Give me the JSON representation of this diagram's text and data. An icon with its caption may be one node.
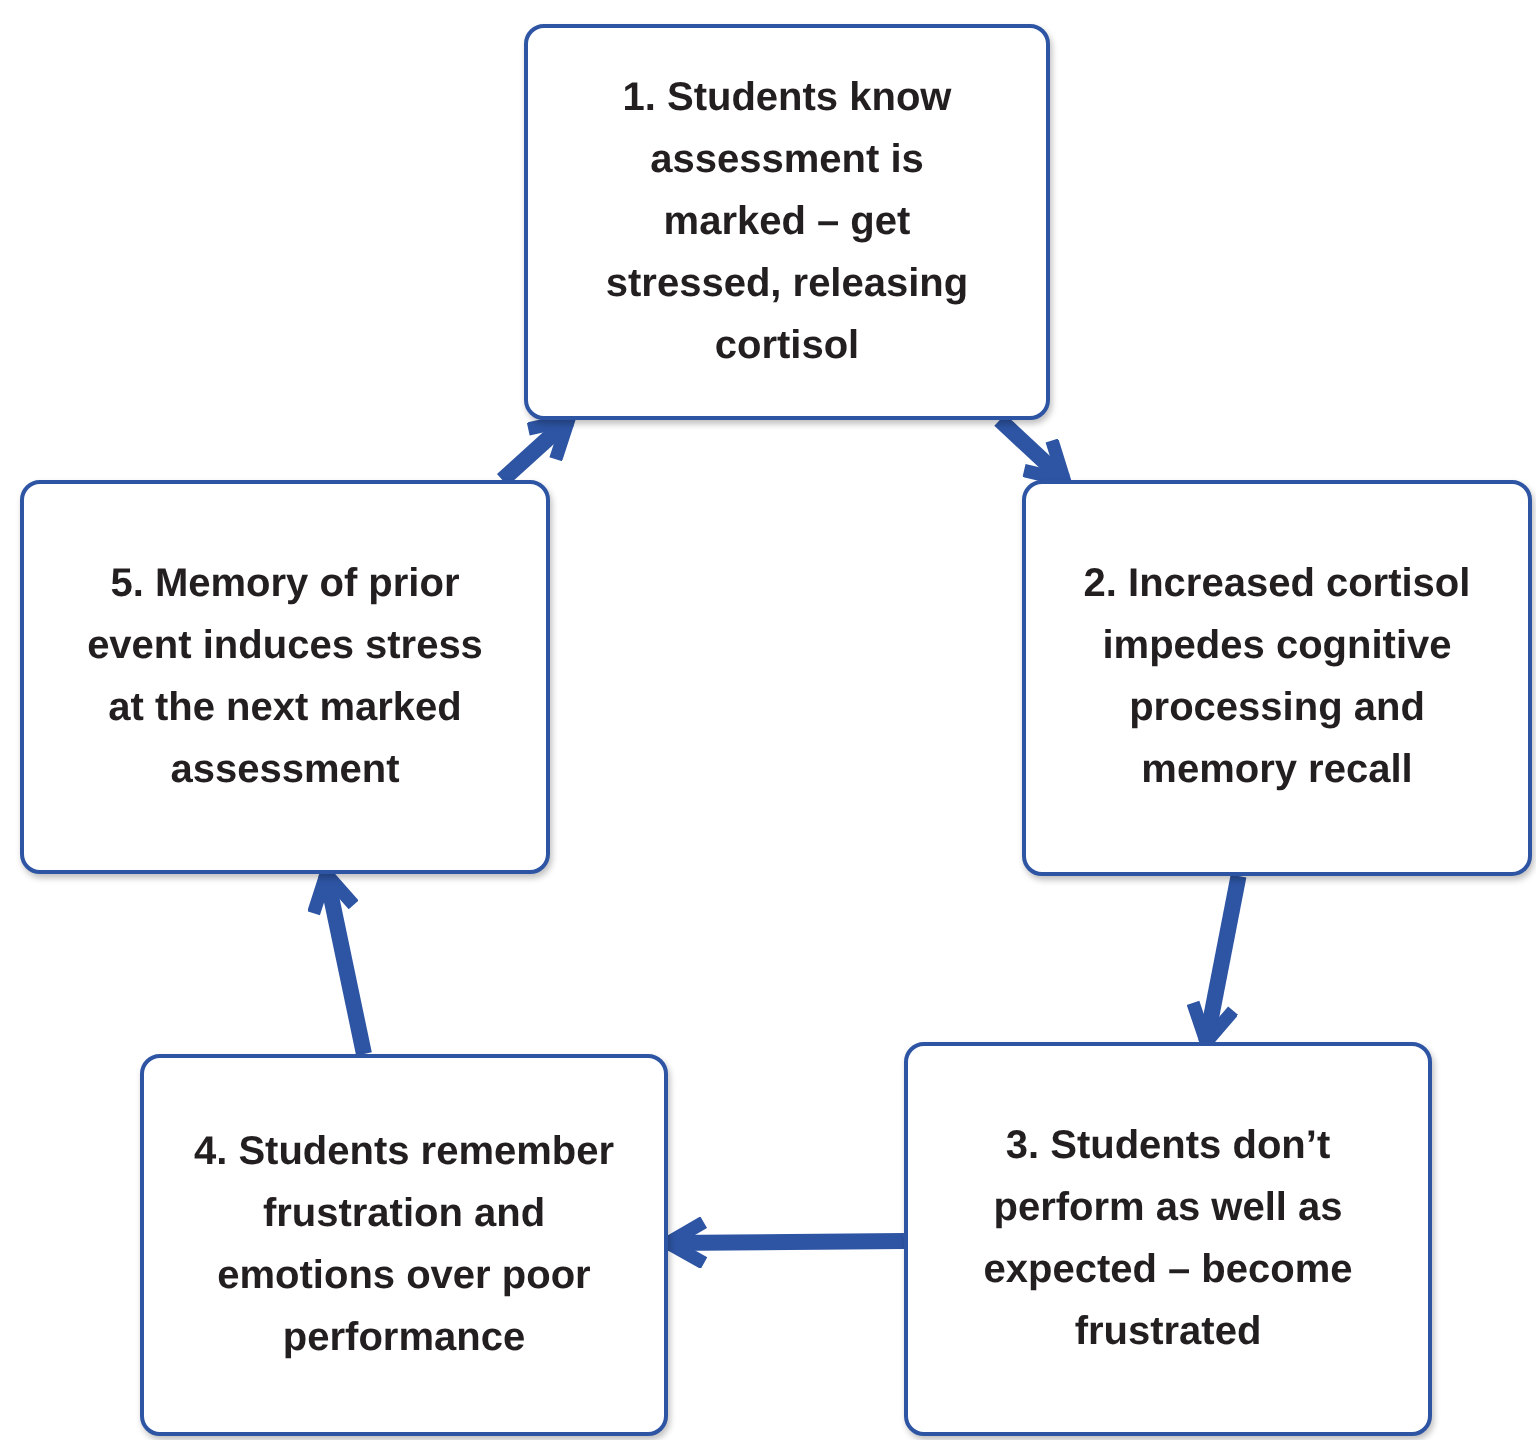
{
  "diagram": {
    "nodes": [
      {
        "text": [
          "1. Students know assessment is marked – get stressed, releasing cortisol"
        ]
      },
      {
        "text": [
          "2. Increased cortisol impedes cognitive processing and memory recall"
        ]
      },
      {
        "text": [
          "3. Students don’t perform as well as expected – become frustrated"
        ]
      },
      {
        "text": [
          "4. Students remember frustration and emotions over poor performance"
        ]
      },
      {
        "text": [
          "5. Memory of prior event induces stress at the next marked assessment"
        ]
      }
    ],
    "edges": [
      {
        "from": 0,
        "to": 1,
        "arrow": "to"
      },
      {
        "from": 1,
        "to": 2,
        "arrow": "to"
      },
      {
        "from": 2,
        "to": 3,
        "arrow": "to"
      },
      {
        "from": 3,
        "to": 4,
        "arrow": "to"
      },
      {
        "from": 4,
        "to": 0,
        "arrow": "to"
      }
    ]
  }
}
